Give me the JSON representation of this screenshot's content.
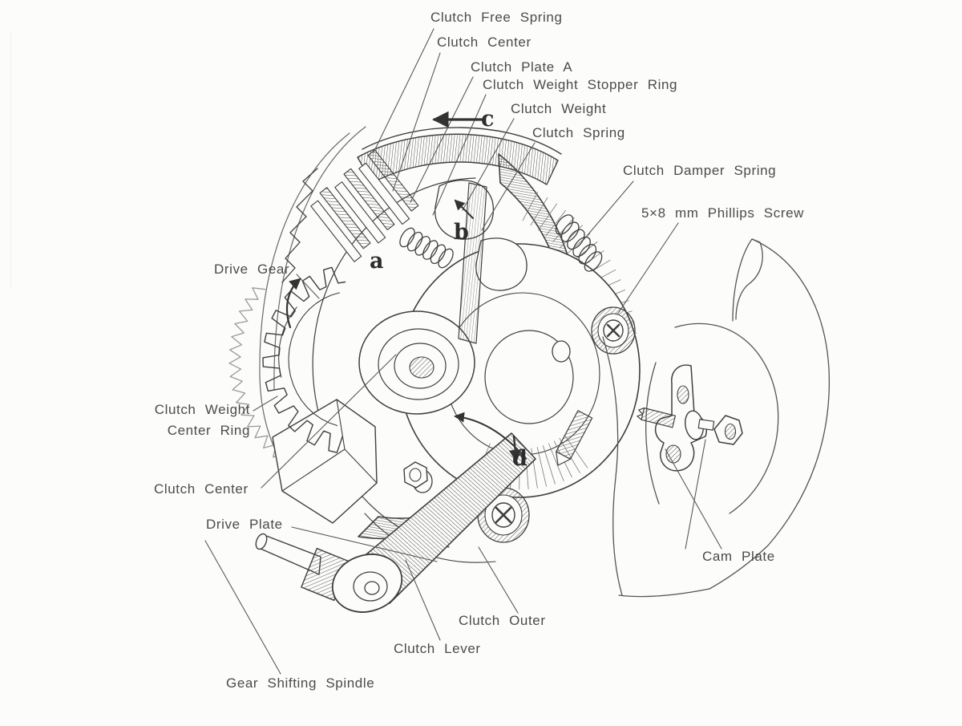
{
  "figure": {
    "kind": "technical-illustration",
    "subject": "Clutch assembly cutaway",
    "labels": {
      "clutch_free_spring": "Clutch Free Spring",
      "clutch_center_top": "Clutch Center",
      "clutch_plate_a": "Clutch Plate A",
      "clutch_weight_stopper_ring": "Clutch Weight Stopper Ring",
      "clutch_weight": "Clutch Weight",
      "clutch_spring": "Clutch Spring",
      "clutch_damper_spring": "Clutch Damper Spring",
      "phillips_screw": "5×8 mm Phillips Screw",
      "drive_gear": "Drive Gear",
      "clutch_weight_center_ring_line1": "Clutch Weight",
      "clutch_weight_center_ring_line2": "Center Ring",
      "clutch_center_left": "Clutch Center",
      "drive_plate": "Drive Plate",
      "gear_shifting_spindle": "Gear Shifting Spindle",
      "clutch_outer": "Clutch Outer",
      "clutch_lever": "Clutch Lever",
      "cam_plate": "Cam Plate"
    },
    "markers": {
      "a": "a",
      "b": "b",
      "c": "c",
      "d": "d"
    },
    "colors": {
      "ink": "#3f3f3f",
      "paper": "#fcfcfa",
      "label_text": "#4b4b4b"
    }
  }
}
